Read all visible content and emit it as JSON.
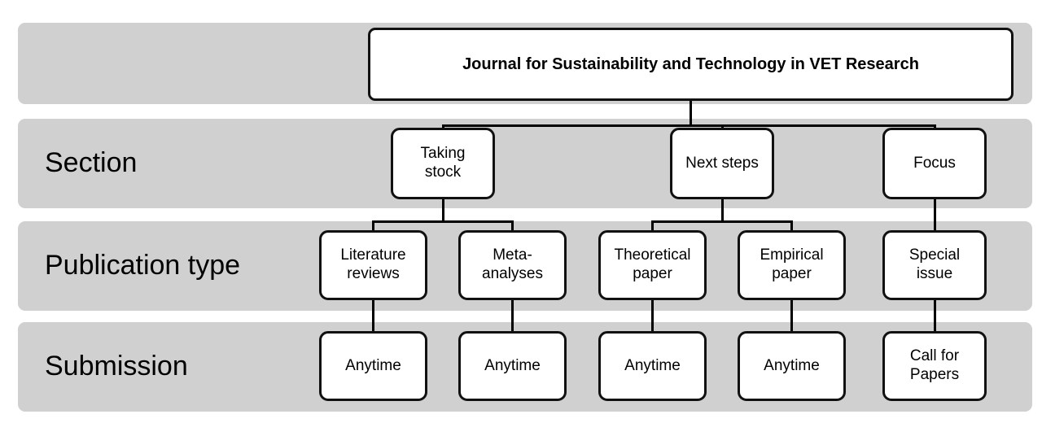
{
  "diagram": {
    "title_box": {
      "label": "Journal for Sustainability and Technology in VET Research"
    },
    "row_labels": {
      "section": "Section",
      "publication_type": "Publication type",
      "submission": "Submission"
    },
    "sections": [
      {
        "label": "Taking stock",
        "line1": "Taking",
        "line2": "stock"
      },
      {
        "label": "Next steps",
        "line1": "Next steps",
        "line2": ""
      },
      {
        "label": "Focus",
        "line1": "Focus",
        "line2": ""
      }
    ],
    "publication_types": [
      {
        "label": "Literature reviews",
        "line1": "Literature",
        "line2": "reviews"
      },
      {
        "label": "Meta-analyses",
        "line1": "Meta-",
        "line2": "analyses"
      },
      {
        "label": "Theoretical paper",
        "line1": "Theoretical",
        "line2": "paper"
      },
      {
        "label": "Empirical paper",
        "line1": "Empirical",
        "line2": "paper"
      },
      {
        "label": "Special issue",
        "line1": "Special",
        "line2": "issue"
      }
    ],
    "submissions": [
      {
        "label": "Anytime",
        "line1": "Anytime",
        "line2": ""
      },
      {
        "label": "Anytime",
        "line1": "Anytime",
        "line2": ""
      },
      {
        "label": "Anytime",
        "line1": "Anytime",
        "line2": ""
      },
      {
        "label": "Anytime",
        "line1": "Anytime",
        "line2": ""
      },
      {
        "label": "Call for Papers",
        "line1": "Call for",
        "line2": "Papers"
      }
    ],
    "colors": {
      "band": "#d0d0d0",
      "node_border": "#111111",
      "node_fill": "#ffffff",
      "background": "#ffffff",
      "text": "#000000"
    }
  }
}
